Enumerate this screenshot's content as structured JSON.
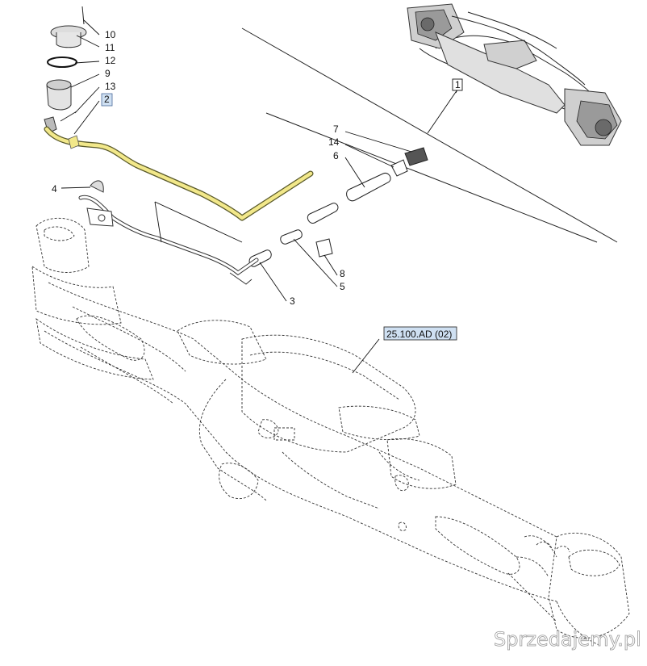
{
  "callouts": {
    "c10": "10",
    "c11": "11",
    "c12": "12",
    "c9": "9",
    "c13": "13",
    "c2": "2",
    "c7": "7",
    "c14": "14",
    "c6": "6",
    "c4": "4",
    "c1": "1",
    "c8": "8",
    "c5": "5",
    "c3": "3"
  },
  "reference_label": "25.100.AD (02)",
  "watermark": "Sprzedajemy.pl",
  "colors": {
    "highlight_pipe": "#f2e88a",
    "highlight_box": "#cfe0f2",
    "line": "#222222"
  }
}
